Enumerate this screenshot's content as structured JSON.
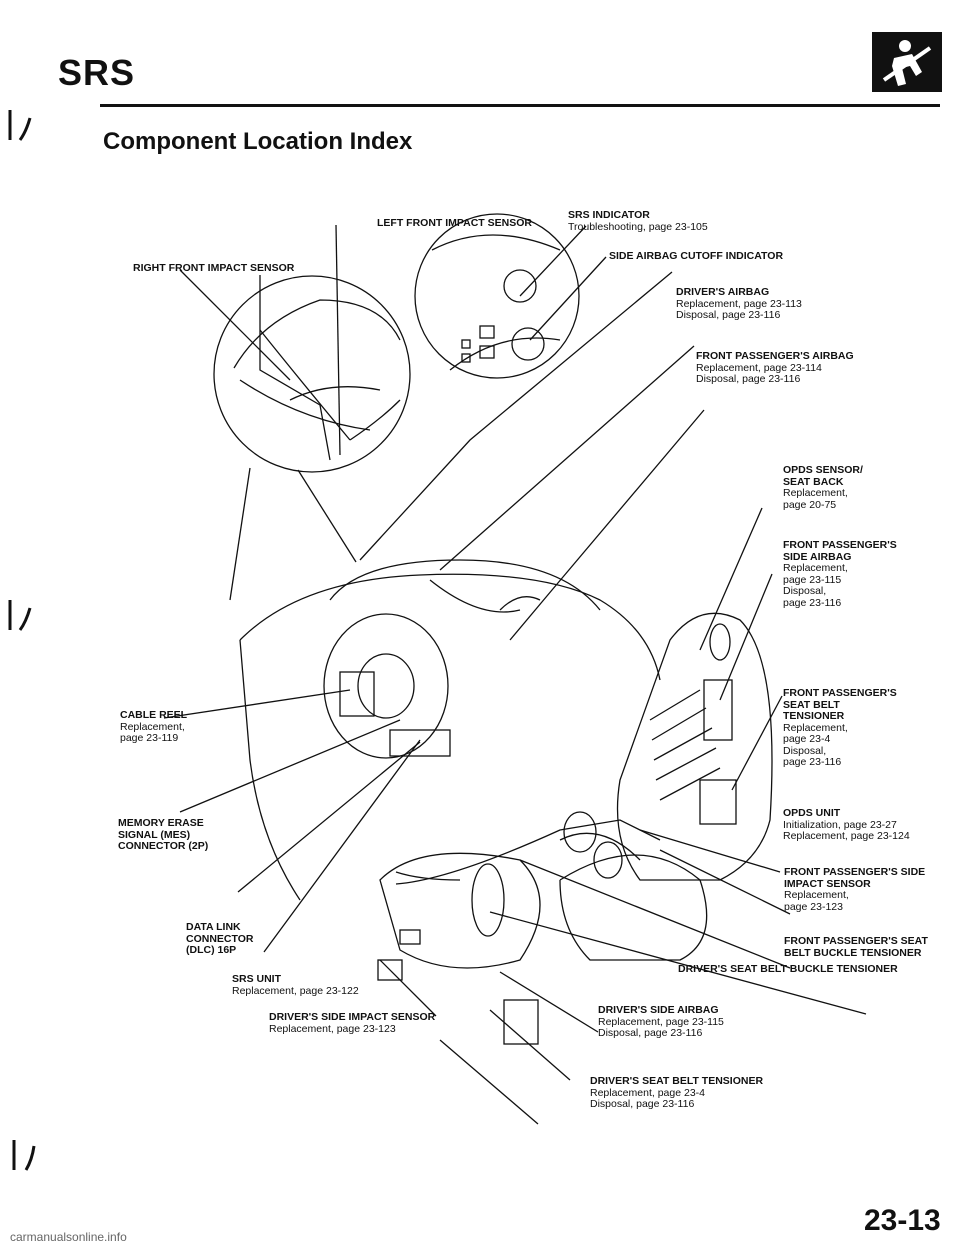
{
  "header": {
    "section": "SRS",
    "title": "Component Location Index"
  },
  "labels": {
    "lf_sensor": {
      "name": "LEFT FRONT IMPACT SENSOR"
    },
    "rf_sensor": {
      "name": "RIGHT FRONT IMPACT SENSOR"
    },
    "srs_indicator": {
      "name": "SRS INDICATOR",
      "l1": "Troubleshooting, page 23-105"
    },
    "cutoff": {
      "name": "SIDE AIRBAG CUTOFF INDICATOR"
    },
    "driver_airbag": {
      "name": "DRIVER'S AIRBAG",
      "l1": "Replacement, page 23-113",
      "l2": "Disposal, page 23-116"
    },
    "fp_airbag": {
      "name": "FRONT PASSENGER'S AIRBAG",
      "l1": "Replacement, page 23-114",
      "l2": "Disposal, page 23-116"
    },
    "opds_sensor": {
      "name1": "OPDS SENSOR/",
      "name2": "SEAT BACK",
      "l1": "Replacement,",
      "l2": "page 20-75"
    },
    "fp_side_airbag": {
      "name1": "FRONT PASSENGER'S",
      "name2": "SIDE AIRBAG",
      "l1": "Replacement,",
      "l2": "page 23-115",
      "l3": "Disposal,",
      "l4": "page 23-116"
    },
    "fp_tensioner": {
      "name1": "FRONT PASSENGER'S",
      "name2": "SEAT BELT",
      "name3": "TENSIONER",
      "l1": "Replacement,",
      "l2": "page 23-4",
      "l3": "Disposal,",
      "l4": "page 23-116"
    },
    "cable_reel": {
      "name": "CABLE REEL",
      "l1": "Replacement,",
      "l2": "page 23-119"
    },
    "opds_unit": {
      "name": "OPDS UNIT",
      "l1": "Initialization, page 23-27",
      "l2": "Replacement, page 23-124"
    },
    "memory_erase": {
      "name1": "MEMORY ERASE",
      "name2": "SIGNAL (MES)",
      "name3": "CONNECTOR (2P)"
    },
    "fp_side_sensor": {
      "name1": "FRONT PASSENGER'S SIDE",
      "name2": "IMPACT SENSOR",
      "l1": "Replacement,",
      "l2": "page 23-123"
    },
    "dlc": {
      "name1": "DATA LINK",
      "name2": "CONNECTOR",
      "name3": "(DLC) 16P"
    },
    "fp_buckle": {
      "name1": "FRONT PASSENGER'S SEAT",
      "name2": "BELT BUCKLE TENSIONER"
    },
    "drv_buckle": {
      "name": "DRIVER'S SEAT BELT BUCKLE TENSIONER"
    },
    "srs_unit": {
      "name": "SRS UNIT",
      "l1": "Replacement, page 23-122"
    },
    "drv_side_airbag": {
      "name": "DRIVER'S SIDE AIRBAG",
      "l1": "Replacement, page 23-115",
      "l2": "Disposal, page 23-116"
    },
    "drv_side_sensor": {
      "name": "DRIVER'S SIDE IMPACT SENSOR",
      "l1": "Replacement, page 23-123"
    },
    "drv_tensioner": {
      "name": "DRIVER'S SEAT BELT TENSIONER",
      "l1": "Replacement, page 23-4",
      "l2": "Disposal, page 23-116"
    }
  },
  "page_number": "23-13",
  "footer": "carmanualsonline.info",
  "icons": {
    "header_logo": "seatbelt-airbag-icon"
  }
}
